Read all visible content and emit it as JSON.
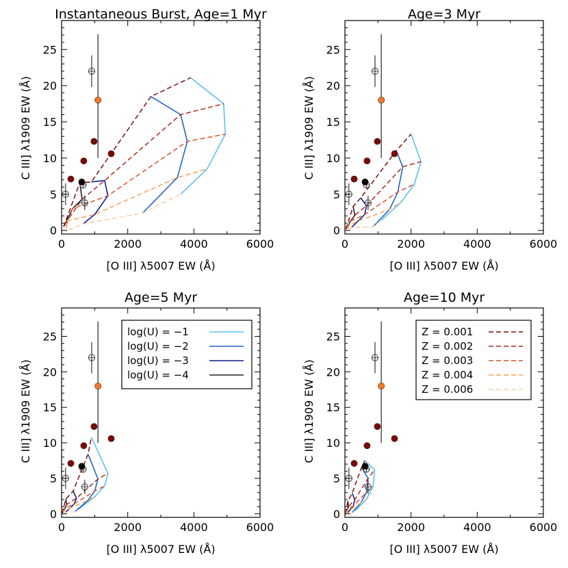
{
  "figure": {
    "background": "#ffffff",
    "axis_color": "#000000"
  },
  "chart_data": [
    {
      "type": "scatter",
      "title": "Instantaneous Burst, Age=1 Myr",
      "xlabel": "[O III] λ5007 EW (Å)",
      "ylabel": "C III] λ1909 EW (Å)",
      "xlim": [
        0,
        6000
      ],
      "ylim": [
        -0.5,
        29
      ],
      "xticks": [
        0,
        2000,
        4000,
        6000
      ],
      "yticks": [
        0,
        5,
        10,
        15,
        20,
        25
      ],
      "grid": false,
      "u_tracks": [
        {
          "logU": -1,
          "color": "#5bc0f0",
          "points": [
            [
              3900,
              21.1
            ],
            [
              4900,
              17.5
            ],
            [
              4950,
              13.3
            ],
            [
              4400,
              8.5
            ],
            [
              3600,
              5.0
            ]
          ]
        },
        {
          "logU": -2,
          "color": "#1f63c8",
          "points": [
            [
              2700,
              18.5
            ],
            [
              3600,
              16.0
            ],
            [
              3800,
              12.3
            ],
            [
              3500,
              7.3
            ],
            [
              2450,
              2.4
            ]
          ]
        },
        {
          "logU": -3,
          "color": "#0d1a8c",
          "points": [
            [
              900,
              6.7
            ],
            [
              1300,
              6.9
            ],
            [
              1400,
              4.8
            ],
            [
              1000,
              2.2
            ],
            [
              650,
              0.9
            ]
          ]
        },
        {
          "logU": -4,
          "color": "#222222",
          "points": [
            [
              550,
              6.6
            ],
            [
              620,
              4.3
            ],
            [
              330,
              3.0
            ],
            [
              150,
              1.3
            ],
            [
              60,
              0.5
            ]
          ]
        }
      ],
      "z_tracks": [
        {
          "Z": 0.001,
          "color": "#7a0a0a",
          "points": [
            [
              60,
              0.5
            ],
            [
              550,
              6.6
            ],
            [
              900,
              6.7
            ],
            [
              2700,
              18.5
            ],
            [
              3900,
              21.1
            ]
          ]
        },
        {
          "Z": 0.002,
          "color": "#a82a1a",
          "points": [
            [
              100,
              0.9
            ],
            [
              620,
              4.3
            ],
            [
              1300,
              6.9
            ],
            [
              3600,
              16.0
            ],
            [
              4900,
              17.5
            ]
          ]
        },
        {
          "Z": 0.003,
          "color": "#d9512c",
          "points": [
            [
              130,
              0.6
            ],
            [
              330,
              3.0
            ],
            [
              1400,
              4.8
            ],
            [
              3800,
              12.3
            ],
            [
              4950,
              13.3
            ]
          ]
        },
        {
          "Z": 0.004,
          "color": "#f2a05a",
          "points": [
            [
              150,
              0.3
            ],
            [
              150,
              1.3
            ],
            [
              1000,
              2.2
            ],
            [
              3500,
              7.3
            ],
            [
              4400,
              8.5
            ]
          ]
        },
        {
          "Z": 0.006,
          "color": "#f9cfa8",
          "points": [
            [
              200,
              0.1
            ],
            [
              650,
              0.9
            ],
            [
              2450,
              2.4
            ],
            [
              3600,
              5.0
            ]
          ]
        }
      ]
    },
    {
      "type": "scatter",
      "title": "Age=3 Myr",
      "xlabel": "[O III] λ5007 EW (Å)",
      "ylabel": "C III] λ1909 EW (Å)",
      "xlim": [
        0,
        6000
      ],
      "ylim": [
        -0.5,
        29
      ],
      "xticks": [
        0,
        2000,
        4000,
        6000
      ],
      "yticks": [
        0,
        5,
        10,
        15,
        20,
        25
      ],
      "grid": false,
      "u_tracks": [
        {
          "logU": -1,
          "color": "#5bc0f0",
          "points": [
            [
              2000,
              13.3
            ],
            [
              2300,
              9.5
            ],
            [
              2100,
              6.4
            ],
            [
              1700,
              3.9
            ],
            [
              1100,
              1.4
            ]
          ]
        },
        {
          "logU": -2,
          "color": "#1f63c8",
          "points": [
            [
              1550,
              11.0
            ],
            [
              1750,
              8.8
            ],
            [
              1600,
              5.3
            ],
            [
              1350,
              2.9
            ],
            [
              850,
              0.5
            ]
          ]
        },
        {
          "logU": -3,
          "color": "#0d1a8c",
          "points": [
            [
              480,
              4.5
            ],
            [
              650,
              3.4
            ],
            [
              600,
              2.2
            ],
            [
              400,
              1.3
            ],
            [
              200,
              0.4
            ]
          ]
        },
        {
          "logU": -4,
          "color": "#222222",
          "points": [
            [
              250,
              3.3
            ],
            [
              300,
              2.1
            ],
            [
              170,
              1.3
            ],
            [
              90,
              0.6
            ],
            [
              30,
              0.2
            ]
          ]
        }
      ],
      "z_tracks": [
        {
          "Z": 0.001,
          "color": "#7a0a0a",
          "points": [
            [
              30,
              0.2
            ],
            [
              250,
              3.3
            ],
            [
              480,
              4.5
            ],
            [
              1550,
              11.0
            ],
            [
              2000,
              13.3
            ]
          ]
        },
        {
          "Z": 0.002,
          "color": "#a82a1a",
          "points": [
            [
              60,
              0.4
            ],
            [
              300,
              2.1
            ],
            [
              650,
              3.4
            ],
            [
              1750,
              8.8
            ],
            [
              2300,
              9.5
            ]
          ]
        },
        {
          "Z": 0.003,
          "color": "#d9512c",
          "points": [
            [
              80,
              0.3
            ],
            [
              170,
              1.3
            ],
            [
              600,
              2.2
            ],
            [
              1600,
              5.3
            ],
            [
              2100,
              6.4
            ]
          ]
        },
        {
          "Z": 0.004,
          "color": "#f2a05a",
          "points": [
            [
              90,
              0.2
            ],
            [
              90,
              0.6
            ],
            [
              400,
              1.3
            ],
            [
              1350,
              2.9
            ],
            [
              1700,
              3.9
            ]
          ]
        },
        {
          "Z": 0.006,
          "color": "#f9cfa8",
          "points": [
            [
              100,
              0.1
            ],
            [
              200,
              0.4
            ],
            [
              850,
              0.5
            ],
            [
              1100,
              1.4
            ]
          ]
        }
      ]
    },
    {
      "type": "scatter",
      "title": "Age=5 Myr",
      "xlabel": "[O III] λ5007 EW (Å)",
      "ylabel": "C III] λ1909 EW (Å)",
      "xlim": [
        0,
        6000
      ],
      "ylim": [
        -0.5,
        29
      ],
      "xticks": [
        0,
        2000,
        4000,
        6000
      ],
      "yticks": [
        0,
        5,
        10,
        15,
        20,
        25
      ],
      "grid": false,
      "legend": {
        "placement": "top-right",
        "entries": [
          {
            "label": "log(U) = −1",
            "color": "#5bc0f0",
            "dash": "solid"
          },
          {
            "label": "log(U) = −2",
            "color": "#1f63c8",
            "dash": "solid"
          },
          {
            "label": "log(U) = −3",
            "color": "#0d1a8c",
            "dash": "solid"
          },
          {
            "label": "log(U) = −4",
            "color": "#222222",
            "dash": "solid"
          }
        ]
      },
      "u_tracks": [
        {
          "logU": -1,
          "color": "#5bc0f0",
          "points": [
            [
              900,
              10.8
            ],
            [
              1400,
              5.7
            ],
            [
              1300,
              3.9
            ],
            [
              1000,
              2.4
            ],
            [
              500,
              0.6
            ]
          ]
        },
        {
          "logU": -2,
          "color": "#1f63c8",
          "points": [
            [
              800,
              8.4
            ],
            [
              1100,
              4.9
            ],
            [
              1000,
              3.2
            ],
            [
              800,
              1.9
            ],
            [
              400,
              0.3
            ]
          ]
        },
        {
          "logU": -3,
          "color": "#0d1a8c",
          "points": [
            [
              350,
              3.2
            ],
            [
              450,
              2.2
            ],
            [
              380,
              1.4
            ],
            [
              250,
              0.8
            ],
            [
              120,
              0.2
            ]
          ]
        },
        {
          "logU": -4,
          "color": "#222222",
          "points": [
            [
              130,
              2.1
            ],
            [
              150,
              1.3
            ],
            [
              100,
              0.8
            ],
            [
              60,
              0.4
            ],
            [
              20,
              0.1
            ]
          ]
        }
      ],
      "z_tracks": [
        {
          "Z": 0.001,
          "color": "#7a0a0a",
          "points": [
            [
              20,
              0.1
            ],
            [
              130,
              2.1
            ],
            [
              350,
              3.2
            ],
            [
              800,
              8.4
            ],
            [
              900,
              10.8
            ]
          ]
        },
        {
          "Z": 0.002,
          "color": "#a82a1a",
          "points": [
            [
              40,
              0.2
            ],
            [
              150,
              1.3
            ],
            [
              450,
              2.2
            ],
            [
              1100,
              4.9
            ],
            [
              1400,
              5.7
            ]
          ]
        },
        {
          "Z": 0.003,
          "color": "#d9512c",
          "points": [
            [
              50,
              0.1
            ],
            [
              100,
              0.8
            ],
            [
              380,
              1.4
            ],
            [
              1000,
              3.2
            ],
            [
              1300,
              3.9
            ]
          ]
        },
        {
          "Z": 0.004,
          "color": "#f2a05a",
          "points": [
            [
              55,
              0.1
            ],
            [
              60,
              0.4
            ],
            [
              250,
              0.8
            ],
            [
              800,
              1.9
            ],
            [
              1000,
              2.4
            ]
          ]
        },
        {
          "Z": 0.006,
          "color": "#f9cfa8",
          "points": [
            [
              60,
              0.05
            ],
            [
              120,
              0.2
            ],
            [
              400,
              0.3
            ],
            [
              500,
              0.6
            ]
          ]
        }
      ]
    },
    {
      "type": "scatter",
      "title": "Age=10 Myr",
      "xlabel": "[O III] λ5007 EW (Å)",
      "ylabel": "C III] λ1909 EW (Å)",
      "xlim": [
        0,
        6000
      ],
      "ylim": [
        -0.5,
        29
      ],
      "xticks": [
        0,
        2000,
        4000,
        6000
      ],
      "yticks": [
        0,
        5,
        10,
        15,
        20,
        25
      ],
      "grid": false,
      "legend": {
        "placement": "top-right",
        "entries": [
          {
            "label": "Z = 0.001",
            "color": "#7a0a0a",
            "dash": "dashed"
          },
          {
            "label": "Z = 0.002",
            "color": "#a82a1a",
            "dash": "dashed"
          },
          {
            "label": "Z = 0.003",
            "color": "#d9512c",
            "dash": "dashed"
          },
          {
            "label": "Z = 0.004",
            "color": "#f2a05a",
            "dash": "dashed"
          },
          {
            "label": "Z = 0.006",
            "color": "#f9cfa8",
            "dash": "dashed"
          }
        ]
      },
      "u_tracks": [
        {
          "logU": -1,
          "color": "#5bc0f0",
          "points": [
            [
              600,
              7.5
            ],
            [
              900,
              6.2
            ],
            [
              850,
              3.8
            ],
            [
              650,
              2.0
            ],
            [
              300,
              0.4
            ]
          ]
        },
        {
          "logU": -2,
          "color": "#1f63c8",
          "points": [
            [
              500,
              6.5
            ],
            [
              700,
              5.0
            ],
            [
              650,
              3.0
            ],
            [
              480,
              1.5
            ],
            [
              220,
              0.2
            ]
          ]
        },
        {
          "logU": -3,
          "color": "#0d1a8c",
          "points": [
            [
              220,
              2.9
            ],
            [
              300,
              2.0
            ],
            [
              250,
              1.1
            ],
            [
              160,
              0.6
            ],
            [
              80,
              0.1
            ]
          ]
        },
        {
          "logU": -4,
          "color": "#222222",
          "points": [
            [
              90,
              1.8
            ],
            [
              110,
              1.0
            ],
            [
              70,
              0.6
            ],
            [
              40,
              0.3
            ],
            [
              15,
              0.05
            ]
          ]
        }
      ],
      "z_tracks": [
        {
          "Z": 0.001,
          "color": "#7a0a0a",
          "points": [
            [
              15,
              0.05
            ],
            [
              90,
              1.8
            ],
            [
              220,
              2.9
            ],
            [
              500,
              6.5
            ],
            [
              600,
              7.5
            ]
          ]
        },
        {
          "Z": 0.002,
          "color": "#a82a1a",
          "points": [
            [
              30,
              0.1
            ],
            [
              110,
              1.0
            ],
            [
              300,
              2.0
            ],
            [
              700,
              5.0
            ],
            [
              900,
              6.2
            ]
          ]
        },
        {
          "Z": 0.003,
          "color": "#d9512c",
          "points": [
            [
              35,
              0.05
            ],
            [
              70,
              0.6
            ],
            [
              250,
              1.1
            ],
            [
              650,
              3.0
            ],
            [
              850,
              3.8
            ]
          ]
        },
        {
          "Z": 0.004,
          "color": "#f2a05a",
          "points": [
            [
              40,
              0.03
            ],
            [
              40,
              0.3
            ],
            [
              160,
              0.6
            ],
            [
              480,
              1.5
            ],
            [
              650,
              2.0
            ]
          ]
        },
        {
          "Z": 0.006,
          "color": "#f9cfa8",
          "points": [
            [
              45,
              0.02
            ],
            [
              80,
              0.1
            ],
            [
              220,
              0.2
            ],
            [
              300,
              0.4
            ]
          ]
        }
      ]
    }
  ],
  "observations": {
    "filled": [
      {
        "x": 280,
        "y": 7.1,
        "color": "#7a0a0a"
      },
      {
        "x": 670,
        "y": 9.6,
        "color": "#7a0a0a"
      },
      {
        "x": 980,
        "y": 12.3,
        "color": "#7a0a0a"
      },
      {
        "x": 1500,
        "y": 10.6,
        "color": "#7a0a0a"
      },
      {
        "x": 1100,
        "y": 18.0,
        "color": "#f07a2a"
      },
      {
        "x": 610,
        "y": 6.7,
        "color": "#000000"
      }
    ],
    "open": [
      {
        "x": 910,
        "y": 22.0,
        "yerr": [
          19.8,
          24.2
        ]
      },
      {
        "x": 120,
        "y": 5.0,
        "yerr": [
          3.5,
          6.5
        ]
      },
      {
        "x": 700,
        "y": 3.8,
        "yerr": [
          2.8,
          4.8
        ]
      },
      {
        "x": 650,
        "y": 6.3,
        "yerr": [
          5.8,
          6.9
        ]
      }
    ],
    "errorbar_orange": {
      "x": 1100,
      "yerr": [
        10.0,
        27.1
      ]
    }
  }
}
